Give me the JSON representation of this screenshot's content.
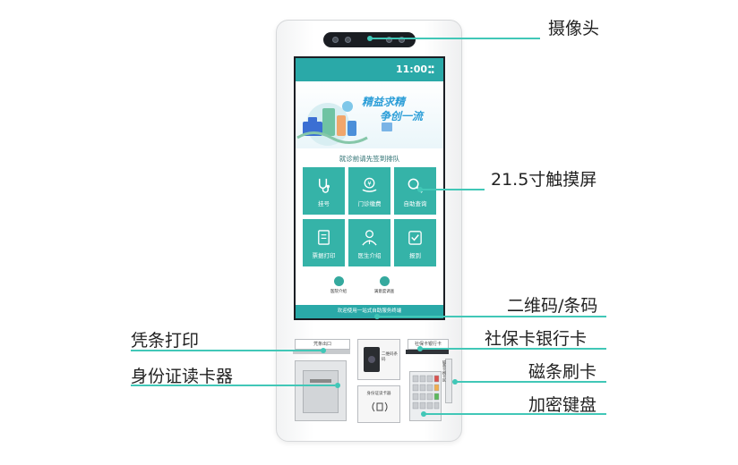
{
  "callouts": {
    "camera": "摄像头",
    "touchscreen": "21.5寸触摸屏",
    "qr_barcode": "二维码/条码",
    "receipt_print": "凭条打印",
    "bank_card": "社保卡银行卡",
    "id_reader": "身份证读卡器",
    "magstripe": "磁条刷卡",
    "keypad": "加密键盘"
  },
  "screen": {
    "time": "11:00",
    "slogan_line1": "精益求精",
    "slogan_line2": "争创一流",
    "prompt": "就诊前请先签到排队",
    "tiles": [
      {
        "label": "挂号",
        "icon": "stethoscope-icon"
      },
      {
        "label": "门诊缴费",
        "icon": "yen-hand-icon"
      },
      {
        "label": "自助查询",
        "icon": "magnifier-icon"
      },
      {
        "label": "票据打印",
        "icon": "receipt-icon"
      },
      {
        "label": "医生介绍",
        "icon": "doctor-icon"
      },
      {
        "label": "报到",
        "icon": "check-clipboard-icon"
      }
    ],
    "mini_links": [
      {
        "label": "医院介绍",
        "icon": "hospital-icon"
      },
      {
        "label": "满意度调查",
        "icon": "survey-icon"
      }
    ],
    "footer": "欢迎使用一站式自助服务终端"
  },
  "hardware": {
    "receipt_slot_label": "凭条出口",
    "scanner_label": "二维码条码",
    "card_slot_label": "社保卡银行卡",
    "id_label": "身份证读卡器",
    "magstripe_label": "磁条卡刷卡区"
  },
  "colors": {
    "accent": "#41c7b7",
    "screen_teal": "#2aa9a8",
    "tile": "#35b3a8"
  }
}
